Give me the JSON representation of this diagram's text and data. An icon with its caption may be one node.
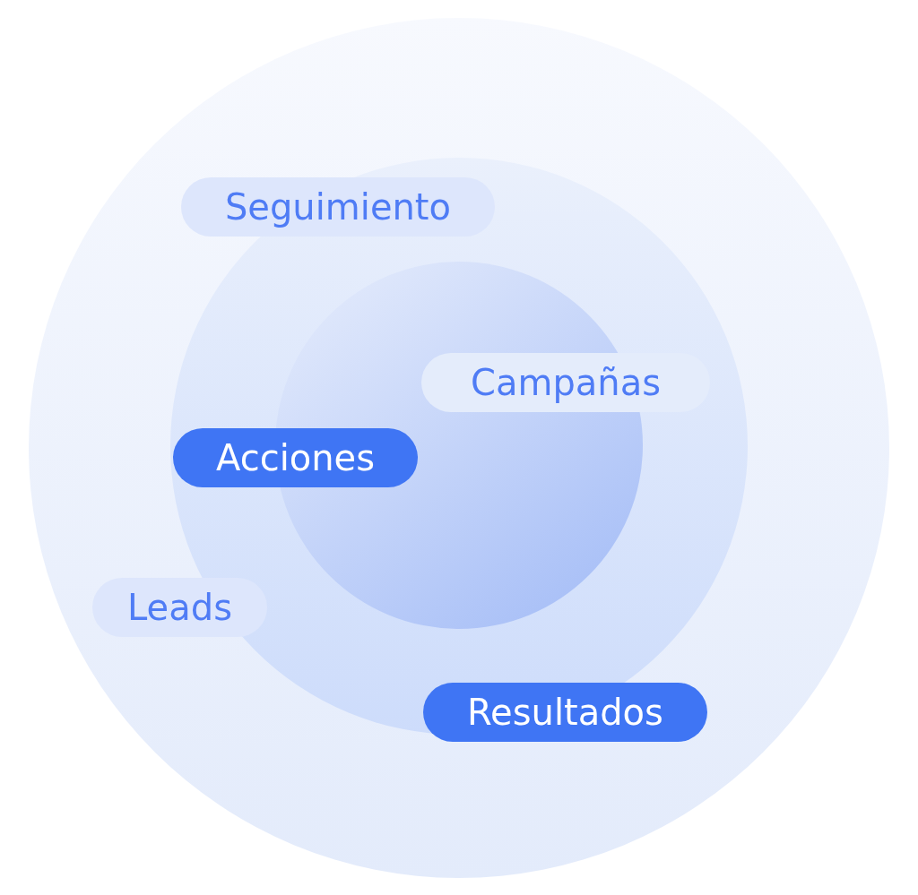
{
  "diagram": {
    "nodes": [
      {
        "text": [
          "Seguimiento"
        ]
      },
      {
        "text": [
          "Campañas"
        ]
      },
      {
        "text": [
          "Acciones"
        ]
      },
      {
        "text": [
          "Leads"
        ]
      },
      {
        "text": [
          "Resultados"
        ]
      }
    ],
    "edges": []
  }
}
